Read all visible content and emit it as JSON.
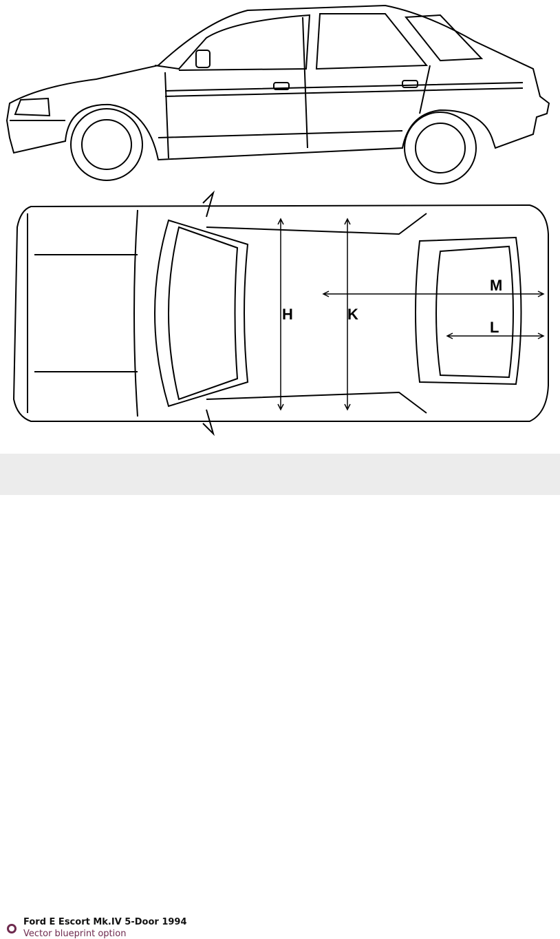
{
  "caption": {
    "title": "Ford E Escort Mk.IV 5-Door 1994",
    "subtitle": "Vector blueprint option"
  },
  "dimensions": {
    "h": "H",
    "k": "K",
    "m": "M",
    "l": "L"
  },
  "colors": {
    "accent": "#6e2a4e",
    "caption_bg": "#ececec"
  }
}
